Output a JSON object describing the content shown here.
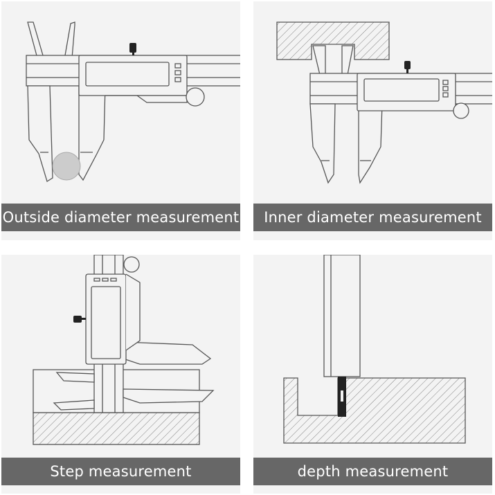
{
  "panels": [
    {
      "id": "outside",
      "caption": "Outside diameter measurement"
    },
    {
      "id": "inner",
      "caption": "Inner diameter measurement"
    },
    {
      "id": "step",
      "caption": "Step measurement"
    },
    {
      "id": "depth",
      "caption": "depth measurement"
    }
  ],
  "colors": {
    "panel_bg": "#f3f3f3",
    "caption_bg": "#676767",
    "caption_text": "#ffffff",
    "line": "#555555",
    "dark": "#222222",
    "ball": "#cccccc"
  }
}
